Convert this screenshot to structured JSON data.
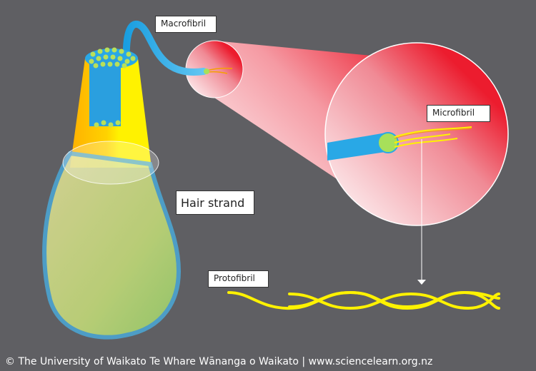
{
  "labels": {
    "macrofibril": "Macrofibril",
    "microfibril": "Microfibril",
    "hair_strand": "Hair strand",
    "protofibril": "Protofibril"
  },
  "footer": "© The University of Waikato Te Whare Wānanga o Waikato | www.sciencelearn.org.nz",
  "colors": {
    "background": "#5f5f63",
    "fibril_blue": "#29a8e6",
    "keratin_yellow": "#fff200",
    "magnify_red": "#ec1c2e"
  }
}
